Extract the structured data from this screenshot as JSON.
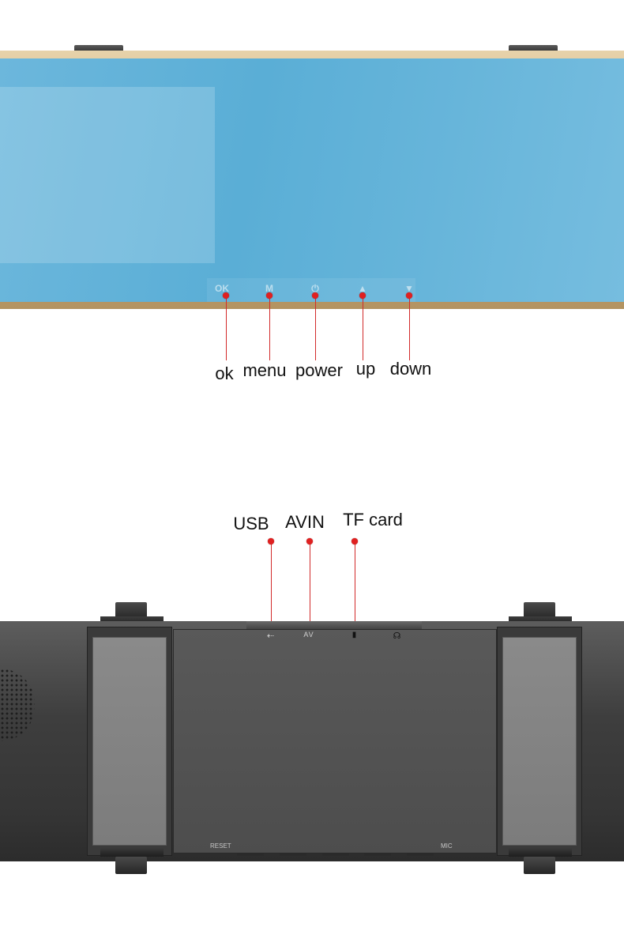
{
  "front_view": {
    "buttons": [
      {
        "glyph": "OK",
        "label": "ok"
      },
      {
        "glyph": "M",
        "label": "menu"
      },
      {
        "glyph": "⏻",
        "label": "power"
      },
      {
        "glyph": "▲",
        "label": "up"
      },
      {
        "glyph": "▼",
        "label": "down"
      }
    ]
  },
  "back_view": {
    "ports": [
      {
        "glyph": "⇠",
        "icon": "usb-icon",
        "label": "USB"
      },
      {
        "glyph": "AV",
        "icon": "av-icon",
        "label": "AVIN"
      },
      {
        "glyph": "▮",
        "icon": "tf-card-icon",
        "label": "TF card"
      }
    ],
    "headphone_icon": "headphone-icon",
    "headphone_glyph": "☊",
    "reset_label": "RESET",
    "mic_label": "MIC"
  },
  "colors": {
    "callout": "#e02020",
    "screen": "#5aaed6",
    "frame": "#c9ac78"
  }
}
